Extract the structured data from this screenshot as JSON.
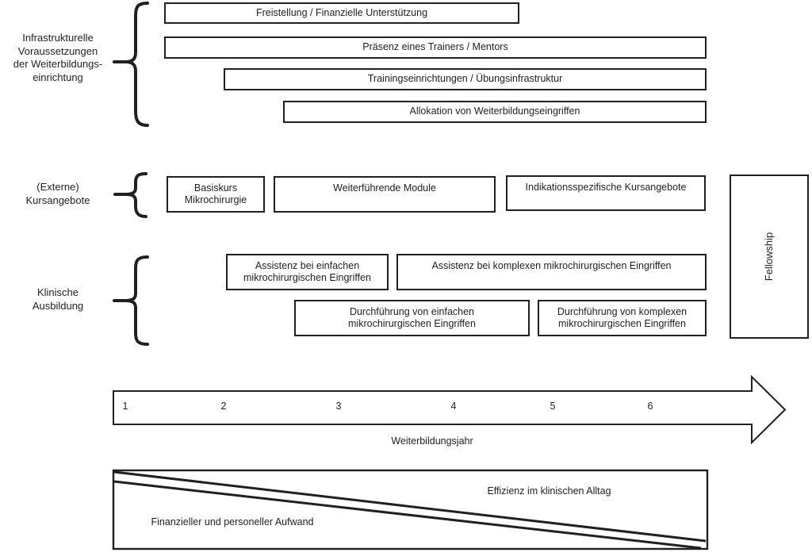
{
  "diagram": {
    "background_color": "#ffffff",
    "line_color": "#202020",
    "text_color": "#1f1f1f"
  },
  "sections": {
    "infrastructure": {
      "label": "Infrastrukturelle\nVoraussetzungen\nder Weiterbildungs-\neinrichtung",
      "boxes": [
        "Freistellung / Finanzielle Unterstützung",
        "Präsenz eines Trainers / Mentors",
        "Trainingseinrichtungen / Übungsinfrastruktur",
        "Allokation von Weiterbildungseingriffen"
      ]
    },
    "courses": {
      "label": "(Externe)\nKursangebote",
      "boxes": [
        "Basiskurs\nMikrochirurgie",
        "Weiterführende Module",
        "Indikationsspezifische Kursangebote"
      ]
    },
    "clinical": {
      "label": "Klinische\nAusbildung",
      "boxes": [
        "Assistenz bei einfachen\nmikrochirurgischen Eingriffen",
        "Assistenz bei komplexen mikrochirurgischen Eingriffen",
        "Durchführung von einfachen\nmikrochirurgischen Eingriffen",
        "Durchführung von komplexen\nmikrochirurgischen Eingriffen"
      ]
    },
    "fellowship": {
      "label": "Fellowship"
    }
  },
  "timeline": {
    "ticks": [
      "1",
      "2",
      "3",
      "4",
      "5",
      "6"
    ],
    "axis_label": "Weiterbildungsjahr"
  },
  "tradeoff": {
    "efficiency_label": "Effizienz im klinischen Alltag",
    "cost_label": "Finanzieller und personeller Aufwand"
  }
}
